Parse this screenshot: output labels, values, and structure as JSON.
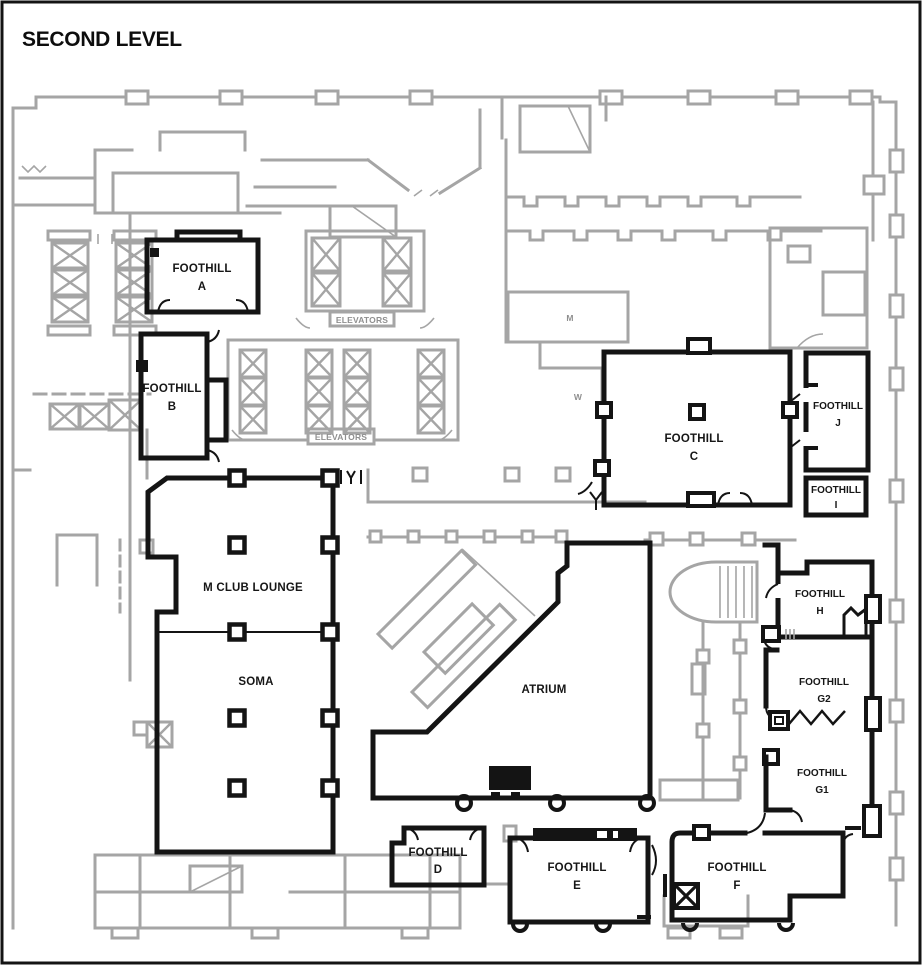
{
  "title": "SECOND LEVEL",
  "colors": {
    "highlight_wall": "#141414",
    "base_wall": "#a5a5a5",
    "background": "#ffffff"
  },
  "rooms": {
    "foothill_a": {
      "label": "FOOTHILL",
      "unit": "A"
    },
    "foothill_b": {
      "label": "FOOTHILL",
      "unit": "B"
    },
    "foothill_c": {
      "label": "FOOTHILL",
      "unit": "C"
    },
    "foothill_d": {
      "label": "FOOTHILL",
      "unit": "D"
    },
    "foothill_e": {
      "label": "FOOTHILL",
      "unit": "E"
    },
    "foothill_f": {
      "label": "FOOTHILL",
      "unit": "F"
    },
    "foothill_g1": {
      "label": "FOOTHILL",
      "unit": "G1"
    },
    "foothill_g2": {
      "label": "FOOTHILL",
      "unit": "G2"
    },
    "foothill_h": {
      "label": "FOOTHILL",
      "unit": "H"
    },
    "foothill_i": {
      "label": "FOOTHILL",
      "unit": "I"
    },
    "foothill_j": {
      "label": "FOOTHILL",
      "unit": "J"
    },
    "m_club_lounge": {
      "label": "M CLUB LOUNGE"
    },
    "soma": {
      "label": "SOMA"
    },
    "atrium": {
      "label": "ATRIUM"
    }
  },
  "annotations": {
    "elevators_upper": "ELEVATORS",
    "elevators_lower": "ELEVATORS",
    "mens_restroom": "M",
    "womens_restroom": "W"
  }
}
